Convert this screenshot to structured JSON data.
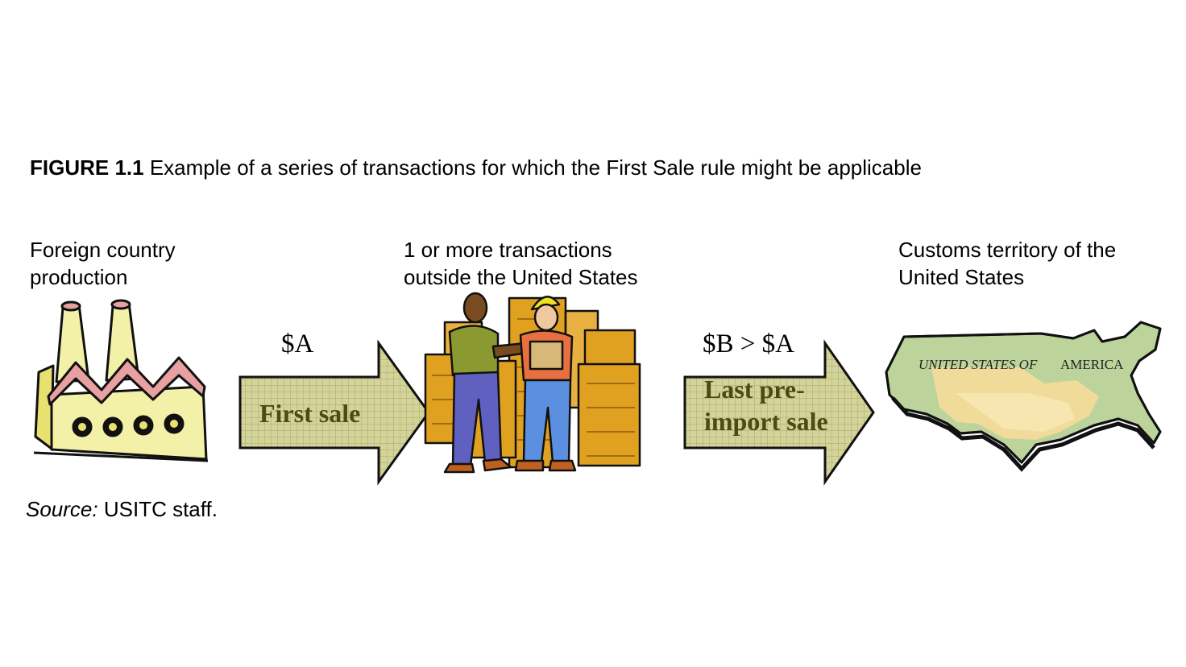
{
  "figure": {
    "number_label": "FIGURE 1.1",
    "title": "Example of a series of transactions for which the First Sale rule might be applicable"
  },
  "stages": {
    "foreign": {
      "line1": "Foreign country",
      "line2": "production"
    },
    "transactions": {
      "line1": "1 or more transactions",
      "line2": "outside the United States"
    },
    "customs": {
      "line1": "Customs territory of the",
      "line2": "United States"
    }
  },
  "arrows": {
    "first": {
      "price": "$A",
      "label": "First sale"
    },
    "second": {
      "price": "$B > $A",
      "label_line1": "Last pre-",
      "label_line2": "import sale"
    }
  },
  "map": {
    "text_left": "UNITED STATES OF",
    "text_right": "AMERICA"
  },
  "source": {
    "prefix": "Source:",
    "text": "USITC staff."
  },
  "colors": {
    "arrow_fill": "#d4d49a",
    "arrow_grid": "#a6a86a",
    "arrow_text": "#4d4a16",
    "factory_roof": "#e8a0a0",
    "factory_wall": "#f3f0a8",
    "box_orange": "#e0a020",
    "map_green": "#bcd49c",
    "map_yellow": "#f5dc9a"
  },
  "icons": [
    "factory-icon",
    "workers-boxes-icon",
    "us-map-icon"
  ]
}
